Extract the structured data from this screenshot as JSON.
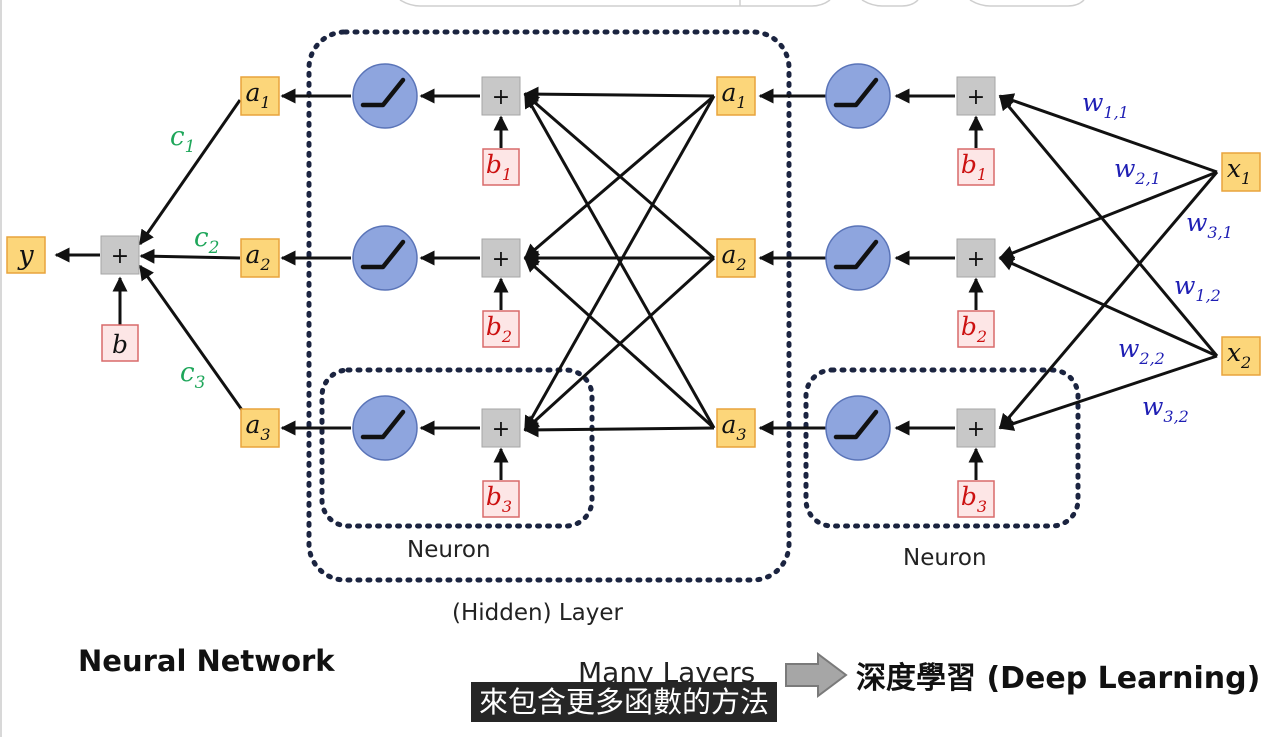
{
  "colors": {
    "node_fill": "#fcd67a",
    "node_stroke": "#e8a43c",
    "bias_fill": "#fde6e6",
    "bias_stroke": "#d86a6a",
    "bias_text": "#cc1111",
    "sum_fill": "#c8c8c8",
    "relu_fill": "#8ea5de",
    "relu_stroke": "#5a74b8",
    "weight_blue": "#1f1fb4",
    "weight_green": "#1ea65a",
    "dots": "#1b2440",
    "subtitle_bg": "#262626"
  },
  "icons": {
    "activation": "relu-icon",
    "arrow": "block-arrow-icon",
    "sum": "plus-icon"
  },
  "nodes": {
    "output": "y",
    "out_bias": "b",
    "sum": "+",
    "hidden_a": [
      {
        "base": "a",
        "sub": "1"
      },
      {
        "base": "a",
        "sub": "2"
      },
      {
        "base": "a",
        "sub": "3"
      }
    ],
    "first_a": [
      {
        "base": "a",
        "sub": "1"
      },
      {
        "base": "a",
        "sub": "2"
      },
      {
        "base": "a",
        "sub": "3"
      }
    ],
    "biases": [
      {
        "base": "b",
        "sub": "1"
      },
      {
        "base": "b",
        "sub": "2"
      },
      {
        "base": "b",
        "sub": "3"
      }
    ],
    "inputs": [
      {
        "base": "x",
        "sub": "1"
      },
      {
        "base": "x",
        "sub": "2"
      }
    ]
  },
  "weights_c": [
    {
      "base": "c",
      "sub": "1"
    },
    {
      "base": "c",
      "sub": "2"
    },
    {
      "base": "c",
      "sub": "3"
    }
  ],
  "weights_w": [
    {
      "base": "w",
      "sub": "1,1"
    },
    {
      "base": "w",
      "sub": "2,1"
    },
    {
      "base": "w",
      "sub": "3,1"
    },
    {
      "base": "w",
      "sub": "1,2"
    },
    {
      "base": "w",
      "sub": "2,2"
    },
    {
      "base": "w",
      "sub": "3,2"
    }
  ],
  "labels": {
    "neuron_left": "Neuron",
    "neuron_right": "Neuron",
    "layer": "(Hidden) Layer",
    "neural_network": "Neural Network",
    "many_layers": "Many Layers",
    "deep_learning": "深度學習 (Deep Learning)",
    "subtitle": "來包含更多函數的方法"
  }
}
